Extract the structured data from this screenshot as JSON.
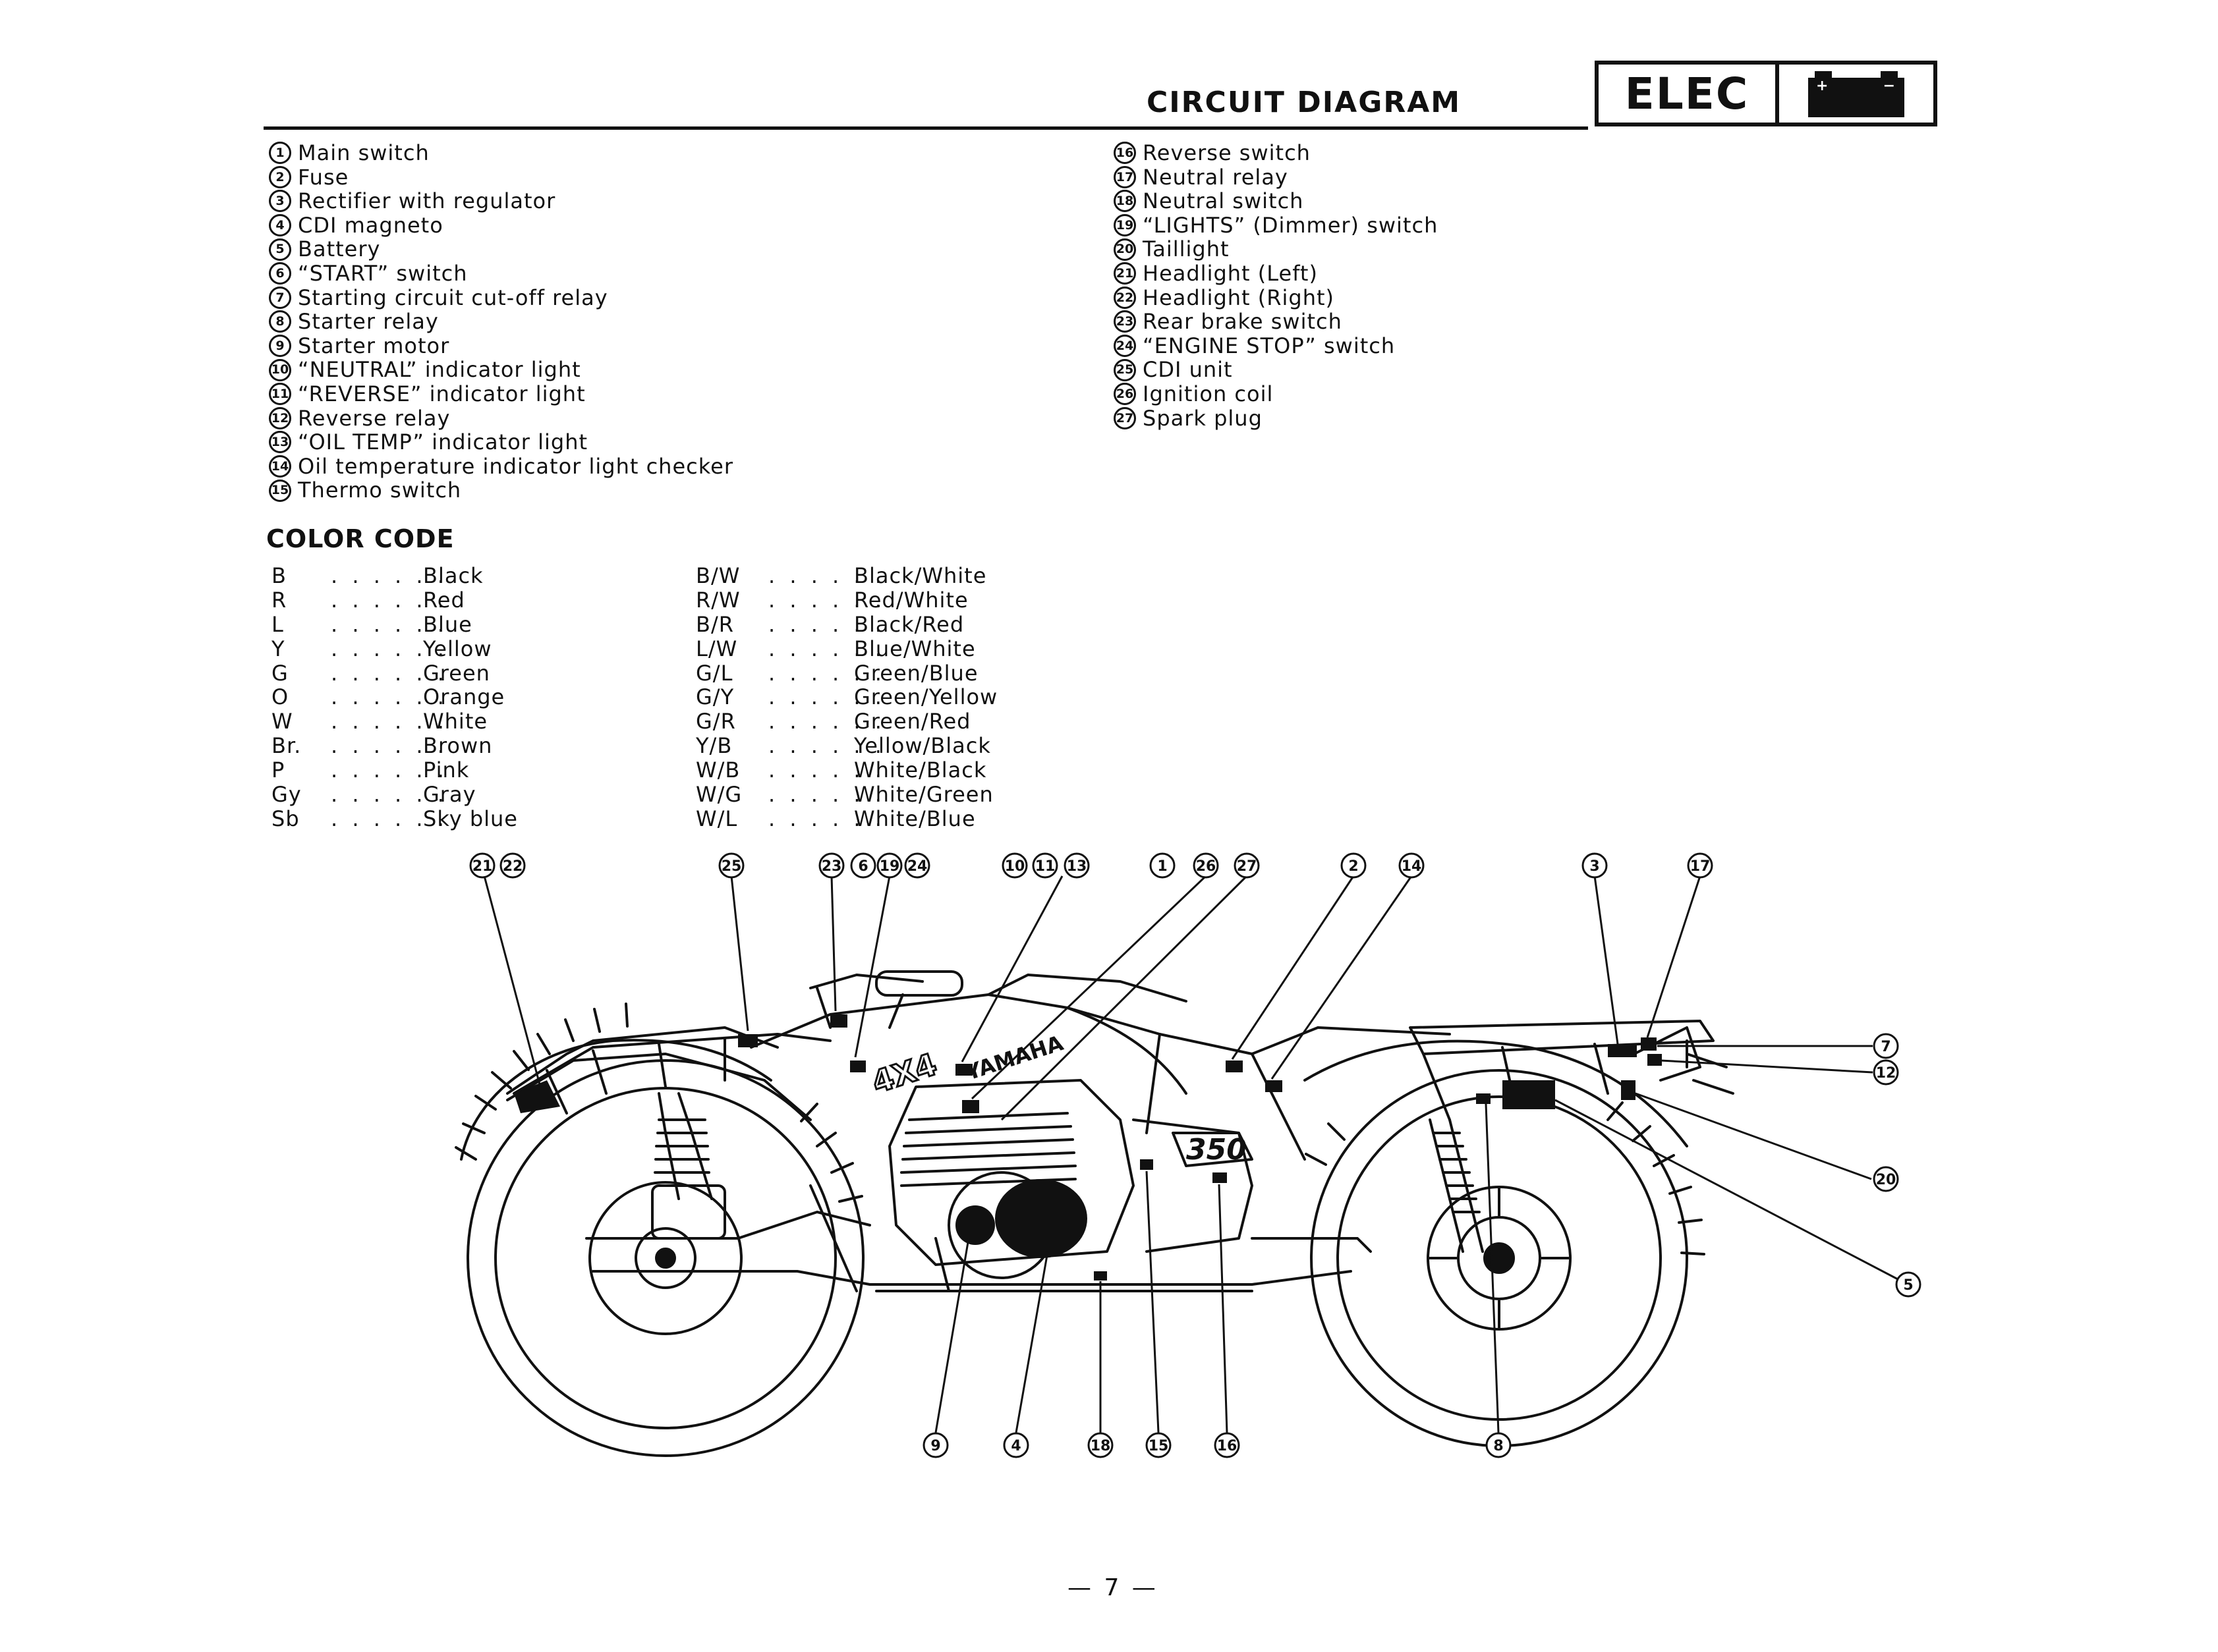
{
  "header": {
    "title": "CIRCUIT DIAGRAM",
    "section_badge": "ELEC",
    "section_icon": "battery-icon"
  },
  "components_left": [
    {
      "n": "1",
      "label": "Main switch"
    },
    {
      "n": "2",
      "label": "Fuse"
    },
    {
      "n": "3",
      "label": "Rectifier with regulator"
    },
    {
      "n": "4",
      "label": "CDI magneto"
    },
    {
      "n": "5",
      "label": "Battery"
    },
    {
      "n": "6",
      "label": "“START” switch"
    },
    {
      "n": "7",
      "label": "Starting circuit cut-off relay"
    },
    {
      "n": "8",
      "label": "Starter relay"
    },
    {
      "n": "9",
      "label": "Starter motor"
    },
    {
      "n": "10",
      "label": "“NEUTRAL” indicator light"
    },
    {
      "n": "11",
      "label": "“REVERSE” indicator light"
    },
    {
      "n": "12",
      "label": "Reverse relay"
    },
    {
      "n": "13",
      "label": "“OIL TEMP” indicator light"
    },
    {
      "n": "14",
      "label": "Oil temperature indicator light checker"
    },
    {
      "n": "15",
      "label": "Thermo switch"
    }
  ],
  "components_right": [
    {
      "n": "16",
      "label": "Reverse switch"
    },
    {
      "n": "17",
      "label": "Neutral relay"
    },
    {
      "n": "18",
      "label": "Neutral switch"
    },
    {
      "n": "19",
      "label": "“LIGHTS” (Dimmer) switch"
    },
    {
      "n": "20",
      "label": "Taillight"
    },
    {
      "n": "21",
      "label": "Headlight (Left)"
    },
    {
      "n": "22",
      "label": "Headlight (Right)"
    },
    {
      "n": "23",
      "label": "Rear brake switch"
    },
    {
      "n": "24",
      "label": "“ENGINE STOP” switch"
    },
    {
      "n": "25",
      "label": "CDI unit"
    },
    {
      "n": "26",
      "label": "Ignition coil"
    },
    {
      "n": "27",
      "label": "Spark plug"
    }
  ],
  "color_code": {
    "heading": "COLOR CODE",
    "left": [
      {
        "code": "B",
        "name": "Black"
      },
      {
        "code": "R",
        "name": "Red"
      },
      {
        "code": "L",
        "name": "Blue"
      },
      {
        "code": "Y",
        "name": "Yellow"
      },
      {
        "code": "G",
        "name": "Green"
      },
      {
        "code": "O",
        "name": "Orange"
      },
      {
        "code": "W",
        "name": "White"
      },
      {
        "code": "Br.",
        "name": "Brown"
      },
      {
        "code": "P",
        "name": "Pink"
      },
      {
        "code": "Gy",
        "name": "Gray"
      },
      {
        "code": "Sb",
        "name": "Sky blue"
      }
    ],
    "right": [
      {
        "code": "B/W",
        "name": "Black/White"
      },
      {
        "code": "R/W",
        "name": "Red/White"
      },
      {
        "code": "B/R",
        "name": "Black/Red"
      },
      {
        "code": "L/W",
        "name": "Blue/White"
      },
      {
        "code": "G/L",
        "name": "Green/Blue"
      },
      {
        "code": "G/Y",
        "name": "Green/Yellow"
      },
      {
        "code": "G/R",
        "name": "Green/Red"
      },
      {
        "code": "Y/B",
        "name": "Yellow/Black"
      },
      {
        "code": "W/B",
        "name": "White/Black"
      },
      {
        "code": "W/G",
        "name": "White/Green"
      },
      {
        "code": "W/L",
        "name": "White/Blue"
      }
    ]
  },
  "diagram": {
    "brand_decal": "YAMAHA",
    "badge_4x4": "4X4",
    "engine_decal": "350",
    "top_callouts": [
      [
        "21",
        "22"
      ],
      [
        "25"
      ],
      [
        "23",
        "6",
        "19",
        "24"
      ],
      [
        "10",
        "11",
        "13"
      ],
      [
        "1"
      ],
      [
        "26"
      ],
      [
        "27"
      ],
      [
        "2"
      ],
      [
        "14"
      ],
      [
        "3"
      ],
      [
        "17"
      ]
    ],
    "right_callouts": [
      "7",
      "12",
      "20",
      "5"
    ],
    "bottom_callouts": [
      "9",
      "4",
      "18",
      "15",
      "16",
      "8"
    ]
  },
  "page_number": "— 7 —"
}
